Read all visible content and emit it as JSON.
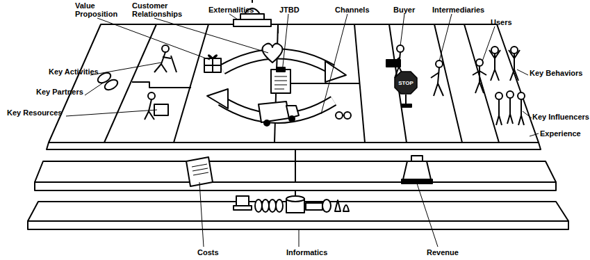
{
  "diagram": {
    "nodes": [
      {
        "text": [
          "STOP"
        ]
      }
    ],
    "labels": [
      "Value Proposition",
      "Customer Relationships",
      "Externalities",
      "JTBD",
      "Channels",
      "Buyer",
      "Intermediaries",
      "Users",
      "Key Activities",
      "Key Behaviors",
      "Key Partners",
      "Key Influencers",
      "Key Resources",
      "Experience",
      "Costs",
      "Informatics",
      "Revenue"
    ]
  }
}
